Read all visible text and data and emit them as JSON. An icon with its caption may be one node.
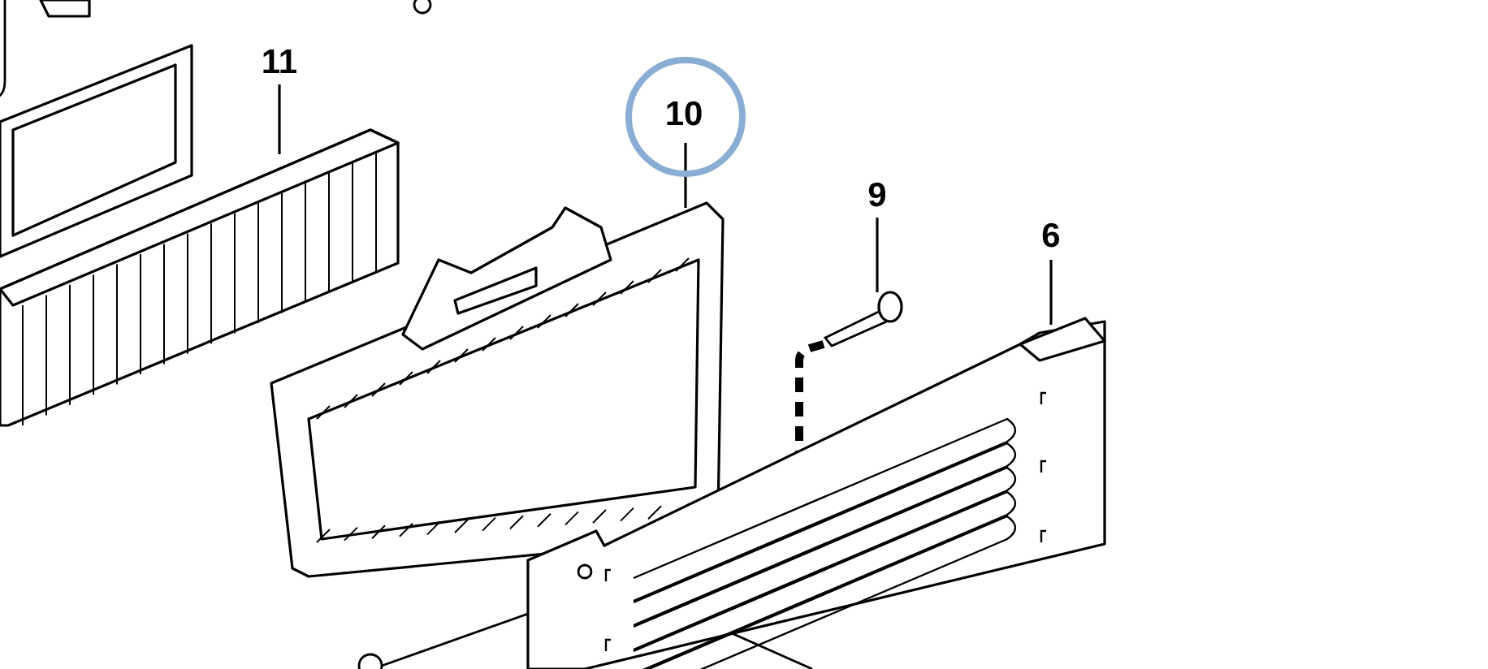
{
  "diagram": {
    "nodes": [
      {
        "text": [
          "11"
        ]
      },
      {
        "text": [],
        "shape": "picture"
      },
      {
        "text": [
          "10"
        ]
      },
      {
        "text": [],
        "shape": "picture"
      },
      {
        "text": [
          "9"
        ]
      },
      {
        "text": [],
        "shape": "picture"
      },
      {
        "text": [
          "6"
        ]
      },
      {
        "text": [],
        "shape": "picture"
      }
    ],
    "edges": [
      {
        "from": 0,
        "to": 1,
        "arrow": "none"
      },
      {
        "from": 2,
        "to": 3,
        "arrow": "none"
      },
      {
        "from": 4,
        "to": 5,
        "arrow": "none"
      },
      {
        "from": 6,
        "to": 7,
        "arrow": "none"
      },
      {
        "from": 5,
        "to": 7,
        "arrow": "none",
        "style": "dashed"
      }
    ]
  }
}
